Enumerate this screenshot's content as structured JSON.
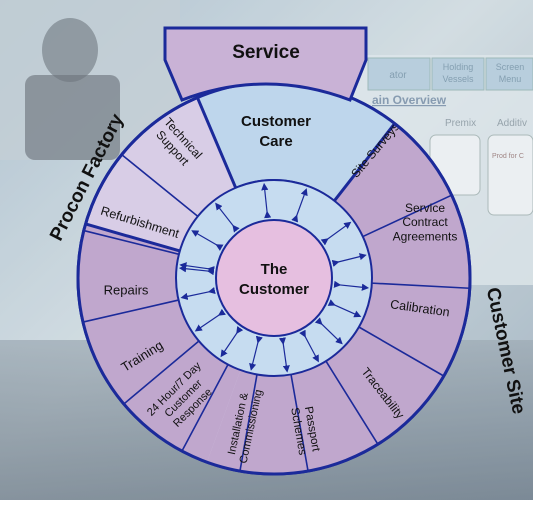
{
  "background": {
    "ui_labels": [
      "ator",
      "Holding Vessels",
      "Screen Menu",
      "ain Overview",
      "Premix",
      "Additiv",
      "Prod for C"
    ]
  },
  "diagram": {
    "tab_label": "Service",
    "top_segment": [
      "Customer",
      "Care"
    ],
    "center": [
      "The",
      "Customer"
    ],
    "outer_left_label": "Procon Factory",
    "outer_right_label": "Customer Site",
    "segments": [
      {
        "id": "technical-support",
        "lines": [
          "Technical",
          "Support"
        ]
      },
      {
        "id": "refurbishment",
        "lines": [
          "Refurbishment"
        ]
      },
      {
        "id": "repairs",
        "lines": [
          "Repairs"
        ]
      },
      {
        "id": "training",
        "lines": [
          "Training"
        ]
      },
      {
        "id": "24-hour-response",
        "lines": [
          "24 Hour/7 Day",
          "Customer",
          "Response"
        ]
      },
      {
        "id": "installation",
        "lines": [
          "Installation &",
          "Commissioning"
        ]
      },
      {
        "id": "passport-schemes",
        "lines": [
          "Passport",
          "Schemes"
        ]
      },
      {
        "id": "traceability",
        "lines": [
          "Traceability"
        ]
      },
      {
        "id": "calibration",
        "lines": [
          "Calibration"
        ]
      },
      {
        "id": "service-contract",
        "lines": [
          "Service",
          "Contract",
          "Agreements"
        ]
      },
      {
        "id": "site-surveys",
        "lines": [
          "Site Surveys"
        ]
      }
    ]
  },
  "colors": {
    "frame": "#1b2a9a",
    "lilac": "#d8cde6",
    "purple": "#c0a7cd",
    "lightblue": "#bed6ec",
    "ringblue": "#c6dcf0",
    "center": "#e6bfe0",
    "line": "#1b2a9a"
  }
}
